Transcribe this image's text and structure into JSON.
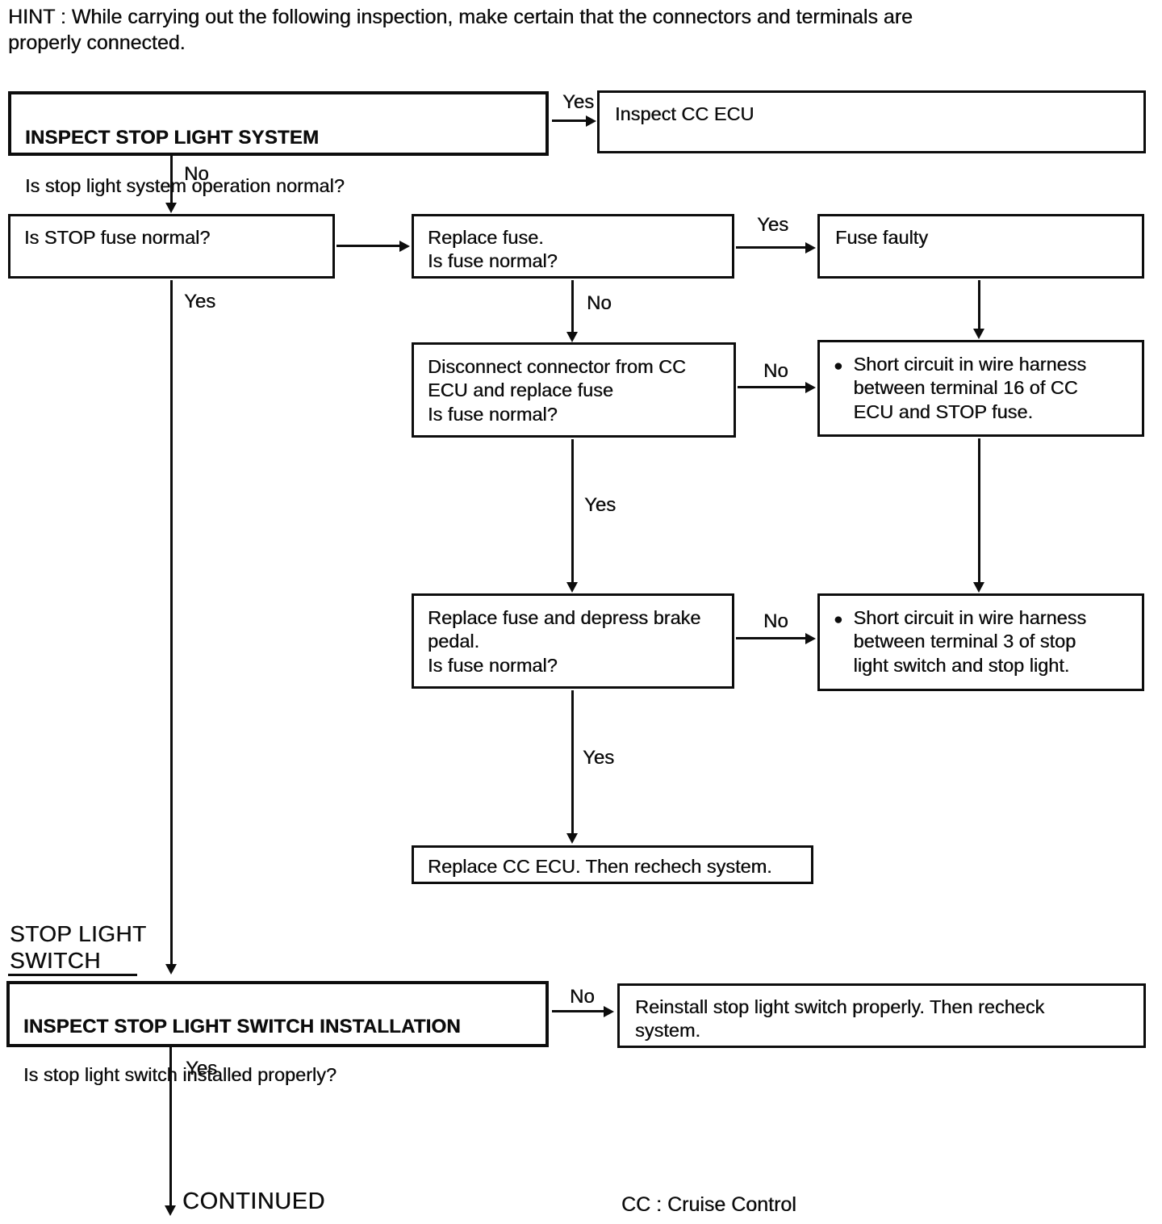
{
  "hint": "HINT : While carrying out the following inspection, make certain that the connectors and terminals are\nproperly connected.",
  "headings": {
    "stop_light_switch": "STOP LIGHT\nSWITCH"
  },
  "boxes": {
    "inspect_stop_light_system": {
      "title": "INSPECT STOP LIGHT SYSTEM",
      "question": "Is stop light system operation normal?"
    },
    "inspect_cc_ecu": "Inspect CC ECU",
    "is_stop_fuse_normal": "Is STOP fuse normal?",
    "replace_fuse": "Replace fuse.\nIs fuse normal?",
    "fuse_faulty": "Fuse faulty",
    "disconnect_connector": "Disconnect connector from CC\nECU and replace fuse\nIs fuse normal?",
    "short_circuit_terminal_16": {
      "bullet": "●",
      "text": "Short circuit in wire harness\nbetween terminal 16 of CC\nECU and STOP fuse."
    },
    "replace_fuse_depress_brake": "Replace fuse and depress brake\npedal.\nIs fuse normal?",
    "short_circuit_terminal_3": {
      "bullet": "●",
      "text": "Short circuit in wire harness\nbetween terminal 3 of stop\nlight switch and stop light."
    },
    "replace_cc_ecu": "Replace CC ECU. Then rechech system.",
    "inspect_stop_light_switch_installation": {
      "title": "INSPECT STOP LIGHT SWITCH INSTALLATION",
      "question": "Is stop light switch installed properly?"
    },
    "reinstall_stop_light_switch": "Reinstall stop light switch properly. Then recheck\nsystem."
  },
  "edge_labels": {
    "system_normal_yes": "Yes",
    "system_normal_no": "No",
    "stop_fuse_yes": "Yes",
    "replace_fuse_yes": "Yes",
    "replace_fuse_no": "No",
    "disconnect_no": "No",
    "disconnect_yes": "Yes",
    "depress_brake_no": "No",
    "depress_brake_yes": "Yes",
    "installation_no": "No",
    "installation_yes": "Yes"
  },
  "footer": {
    "continued": "CONTINUED",
    "legend": "CC : Cruise Control"
  }
}
